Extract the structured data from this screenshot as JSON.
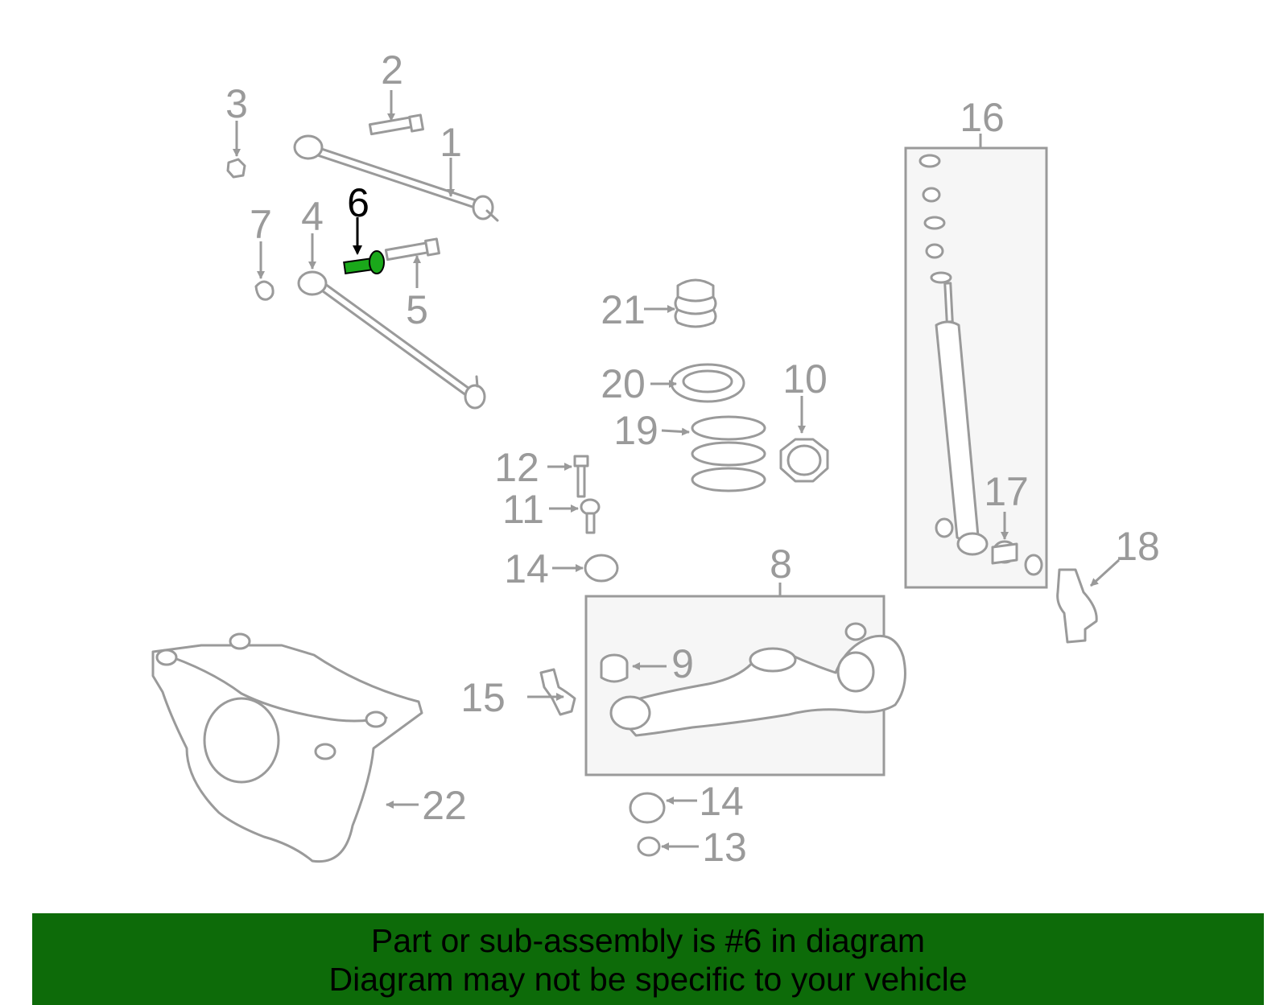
{
  "callouts": {
    "c1": "1",
    "c2": "2",
    "c3": "3",
    "c4": "4",
    "c5": "5",
    "c6": "6",
    "c7": "7",
    "c8": "8",
    "c9": "9",
    "c10": "10",
    "c11": "11",
    "c12": "12",
    "c13": "13",
    "c14a": "14",
    "c14b": "14",
    "c15": "15",
    "c16": "16",
    "c17": "17",
    "c18": "18",
    "c19": "19",
    "c20": "20",
    "c21": "21",
    "c22": "22"
  },
  "highlight": {
    "part_number": "6",
    "color": "#1aa81a"
  },
  "banner": {
    "line1": "Part or sub-assembly is #6 in diagram",
    "line2": "Diagram may not be specific to your vehicle",
    "background": "#0d6b09"
  }
}
